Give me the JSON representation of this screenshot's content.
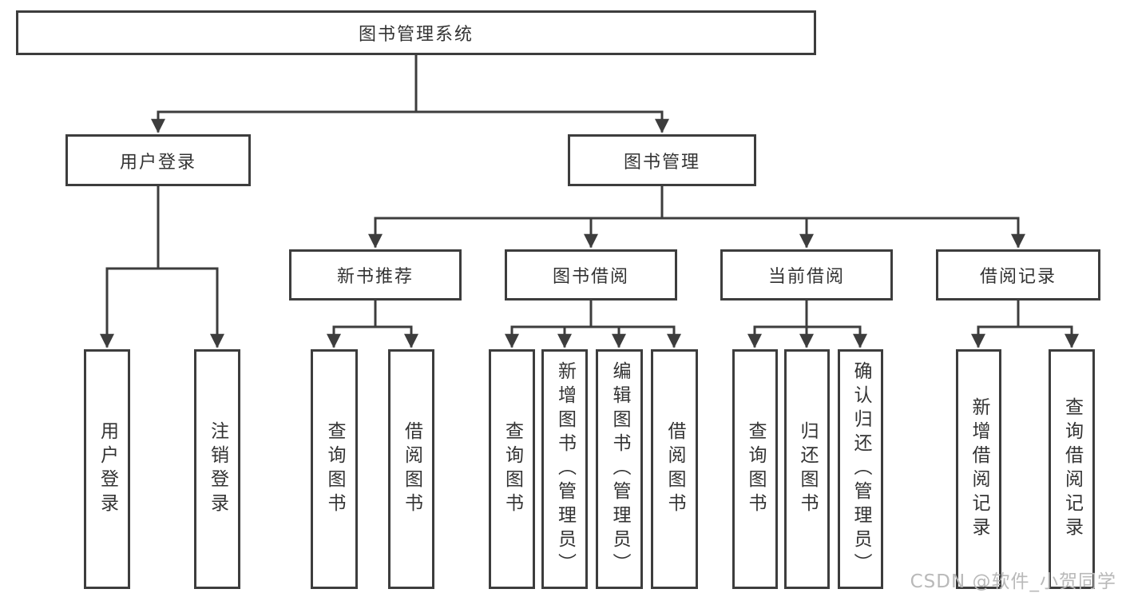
{
  "tree": {
    "root": {
      "label": "图书管理系统"
    },
    "branches": [
      {
        "label": "用户登录",
        "children": [
          {
            "label": "用户登录"
          },
          {
            "label": "注销登录"
          }
        ]
      },
      {
        "label": "图书管理",
        "children": [
          {
            "label": "新书推荐",
            "children": [
              {
                "label": "查询图书"
              },
              {
                "label": "借阅图书"
              }
            ]
          },
          {
            "label": "图书借阅",
            "children": [
              {
                "label": "查询图书"
              },
              {
                "label": "新增图书（管理员）"
              },
              {
                "label": "编辑图书（管理员）"
              },
              {
                "label": "借阅图书"
              }
            ]
          },
          {
            "label": "当前借阅",
            "children": [
              {
                "label": "查询图书"
              },
              {
                "label": "归还图书"
              },
              {
                "label": "确认归还（管理员）"
              }
            ]
          },
          {
            "label": "借阅记录",
            "children": [
              {
                "label": "新增借阅记录"
              },
              {
                "label": "查询借阅记录"
              }
            ]
          }
        ]
      }
    ]
  },
  "watermark": {
    "text": "CSDN @软件_小贺同学"
  },
  "colors": {
    "line": "#3d3d3d",
    "box_border": "#3d3d3d",
    "text": "#333333",
    "watermark": "#b9b9b9",
    "background": "#ffffff"
  }
}
